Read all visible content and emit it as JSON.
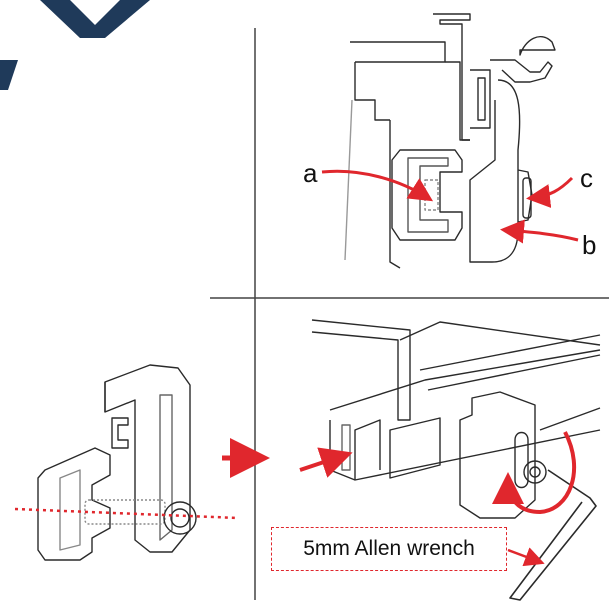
{
  "callouts": {
    "a": "a",
    "b": "b",
    "c": "c"
  },
  "tool_label": "5mm Allen wrench",
  "colors": {
    "accent": "#e0272d",
    "line": "#2a2a2a",
    "logo": "#1f3a5a"
  }
}
